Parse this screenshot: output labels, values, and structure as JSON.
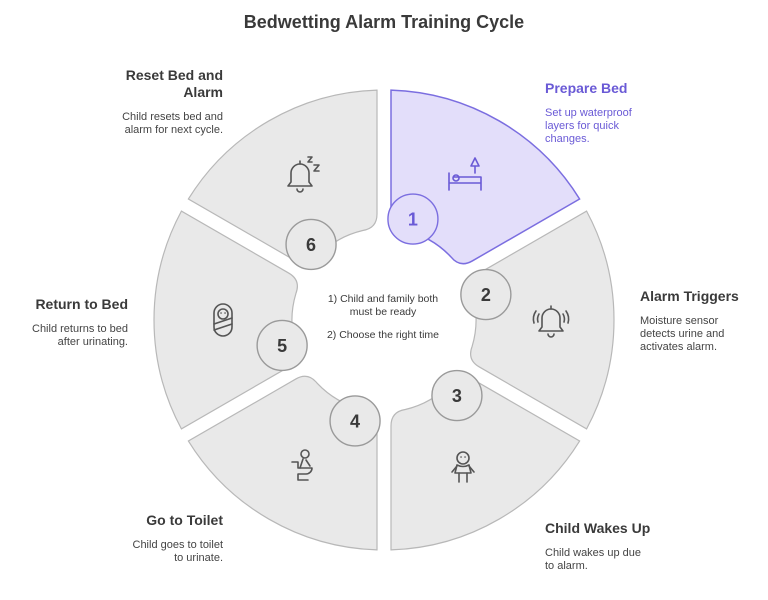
{
  "title": "Bedwetting Alarm Training Cycle",
  "center_notes": [
    "1) Child and family both must be ready",
    "2) Choose the right time"
  ],
  "colors": {
    "segment_fill": "#e9e9e9",
    "segment_stroke": "#b8b8b8",
    "active_fill": "#e3defa",
    "active_stroke": "#7b6ee0",
    "active_text": "#6a5ad6",
    "icon": "#555555"
  },
  "steps": [
    {
      "number": "1",
      "title": "Prepare Bed",
      "description": "Set up waterproof layers for quick changes.",
      "icon": "bed-lamp-icon",
      "active": true
    },
    {
      "number": "2",
      "title": "Alarm Triggers",
      "description": "Moisture sensor detects urine and activates alarm.",
      "icon": "ringing-bell-icon",
      "active": false
    },
    {
      "number": "3",
      "title": "Child Wakes Up",
      "description": "Child wakes up due to alarm.",
      "icon": "child-icon",
      "active": false
    },
    {
      "number": "4",
      "title": "Go to Toilet",
      "description": "Child goes to toilet to urinate.",
      "icon": "toilet-icon",
      "active": false
    },
    {
      "number": "5",
      "title": "Return to Bed",
      "description": "Child returns to bed after urinating.",
      "icon": "swaddled-baby-icon",
      "active": false
    },
    {
      "number": "6",
      "title": "Reset Bed and Alarm",
      "description": "Child resets bed and alarm for next cycle.",
      "icon": "sleeping-bell-icon",
      "active": false
    }
  ]
}
